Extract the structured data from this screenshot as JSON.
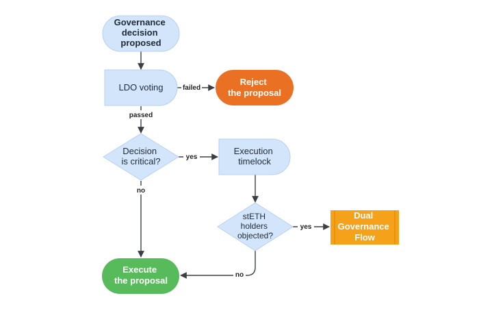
{
  "colors": {
    "node_blue": "#d3e5fb",
    "node_blue_border": "#b6d0f2",
    "reject_fill": "#ea7024",
    "execute_fill": "#57bb5b",
    "dual_fill": "#f6a11a",
    "dual_border": "#e08b00",
    "edge": "#3b3f45",
    "text_dark": "#1f2a37",
    "text_white": "#ffffff"
  },
  "nodes": {
    "governance_proposed": [
      "Governance",
      "decision",
      "proposed"
    ],
    "ldo_voting": [
      "LDO voting"
    ],
    "reject": [
      "Reject",
      "the proposal"
    ],
    "decision_critical": [
      "Decision",
      "is critical?"
    ],
    "execution_timelock": [
      "Execution",
      "timelock"
    ],
    "steth_objected": [
      "stETH",
      "holders",
      "objected?"
    ],
    "dual_governance": [
      "Dual",
      "Governance",
      "Flow"
    ],
    "execute": [
      "Execute",
      "the proposal"
    ]
  },
  "edges": {
    "failed": "failed",
    "passed": "passed",
    "yes_critical": "yes",
    "no_critical": "no",
    "yes_objected": "yes",
    "no_objected": "no"
  }
}
